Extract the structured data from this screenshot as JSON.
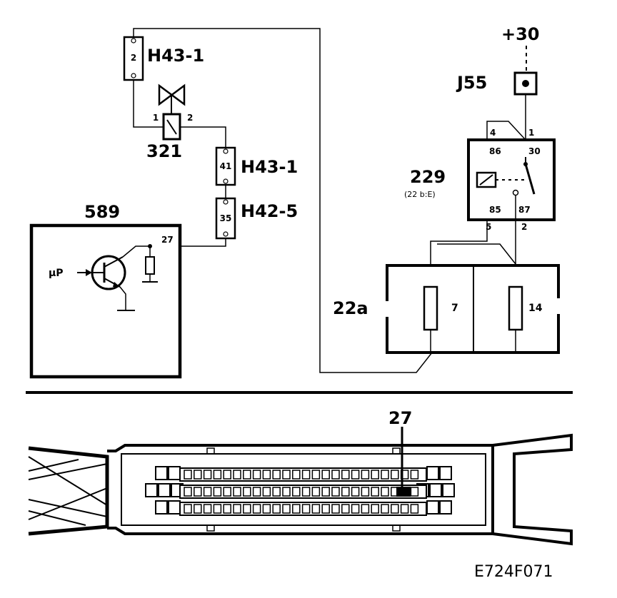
{
  "labels": {
    "h43_top": "H43-1",
    "h43_top_pin": "2",
    "valve_pin1": "1",
    "valve_pin2": "2",
    "valve_id": "321",
    "h43_mid": "H43-1",
    "h43_mid_pin": "41",
    "h42": "H42-5",
    "h42_pin": "35",
    "ecu": "589",
    "ecu_input": "µP",
    "ecu_pin": "27",
    "supply": "+30",
    "j55": "J55",
    "relay": "229",
    "relay_note": "(22 b:E)",
    "relay_pin4": "4",
    "relay_pin1": "1",
    "relay_pin86": "86",
    "relay_pin30": "30",
    "relay_pin85": "85",
    "relay_pin87": "87",
    "relay_pin5": "5",
    "relay_pin2": "2",
    "fusebox": "22a",
    "fuse7": "7",
    "fuse14": "14",
    "connector_pin": "27",
    "figure_code": "E724F071"
  },
  "colors": {
    "ink": "#000000",
    "paper": "#ffffff"
  }
}
